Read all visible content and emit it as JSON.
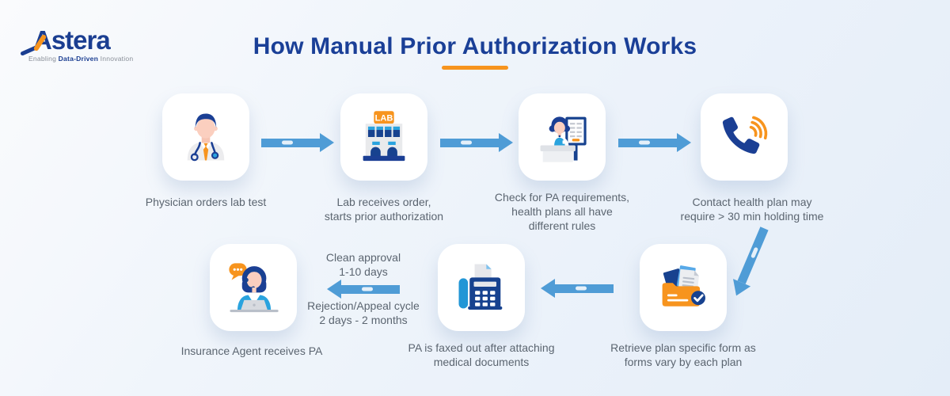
{
  "logo": {
    "name": "Astera",
    "tagline_prefix": "Enabling ",
    "tagline_bold": "Data-Driven",
    "tagline_suffix": " Innovation"
  },
  "title": "How Manual Prior Authorization Works",
  "steps": [
    {
      "id": "physician-orders",
      "icon": "physician-icon",
      "caption": "Physician orders lab test"
    },
    {
      "id": "lab-receives",
      "icon": "lab-building-icon",
      "sign_text": "LAB",
      "caption": "Lab receives order,\nstarts prior authorization"
    },
    {
      "id": "check-pa",
      "icon": "receptionist-icon",
      "caption": "Check for PA requirements,\nhealth plans all have\ndifferent rules"
    },
    {
      "id": "contact-plan",
      "icon": "phone-call-icon",
      "caption": "Contact health plan may\nrequire > 30 min holding time"
    },
    {
      "id": "retrieve-form",
      "icon": "folder-documents-icon",
      "caption": "Retrieve plan specific form as\nforms vary by each plan"
    },
    {
      "id": "fax-pa",
      "icon": "fax-machine-icon",
      "caption": "PA is faxed out after attaching\nmedical documents"
    },
    {
      "id": "agent-receives",
      "icon": "support-agent-icon",
      "caption": "Insurance Agent receives PA"
    }
  ],
  "annotations": {
    "clean_approval": "Clean approval\n1-10 days",
    "rejection_cycle": "Rejection/Appeal cycle\n2 days - 2 months"
  },
  "colors": {
    "brand_blue": "#1b3e91",
    "accent_orange": "#f7941e",
    "arrow_blue": "#4f9cd6",
    "caption_gray": "#5b6570",
    "icon_dark_blue": "#17428f",
    "icon_light_blue": "#2aa3de"
  }
}
